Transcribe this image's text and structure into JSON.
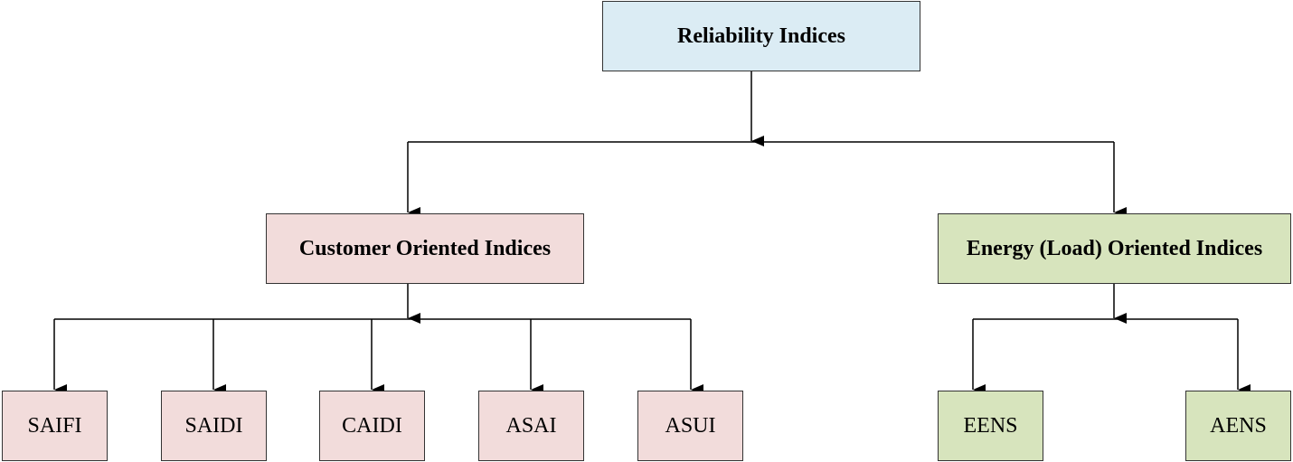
{
  "root": {
    "label": "Reliability Indices",
    "color": "#dbecf4"
  },
  "categories": [
    {
      "label": "Customer Oriented Indices",
      "color": "#f2dcdb",
      "children": [
        "SAIFI",
        "SAIDI",
        "CAIDI",
        "ASAI",
        "ASUI"
      ]
    },
    {
      "label": "Energy (Load) Oriented Indices",
      "color": "#d7e4bd",
      "children": [
        "EENS",
        "AENS"
      ]
    }
  ],
  "line_color": "#000000"
}
